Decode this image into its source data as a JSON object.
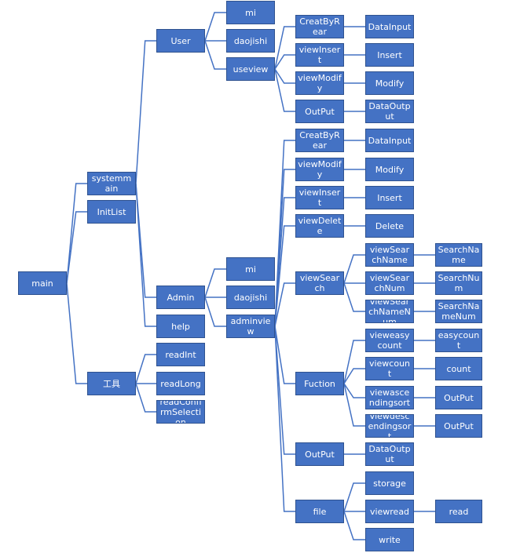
{
  "diagram": {
    "nodes": [
      {
        "id": "main",
        "label": "main"
      },
      {
        "id": "systemmain",
        "label": "systemmain"
      },
      {
        "id": "initlist",
        "label": "InitList"
      },
      {
        "id": "tools",
        "label": "工具"
      },
      {
        "id": "user",
        "label": "User"
      },
      {
        "id": "admin",
        "label": "Admin"
      },
      {
        "id": "help",
        "label": "help"
      },
      {
        "id": "readint",
        "label": "readInt"
      },
      {
        "id": "readlong",
        "label": "readLong"
      },
      {
        "id": "readconfirm",
        "label": "readConfirmSelection"
      },
      {
        "id": "user-mi",
        "label": "mi"
      },
      {
        "id": "user-daojishi",
        "label": "daojishi"
      },
      {
        "id": "useview",
        "label": "useview"
      },
      {
        "id": "admin-mi",
        "label": "mi"
      },
      {
        "id": "admin-daojishi",
        "label": "daojishi"
      },
      {
        "id": "adminview",
        "label": "adminview"
      },
      {
        "id": "u-creatbyrear",
        "label": "CreatByRear"
      },
      {
        "id": "u-viewinsert",
        "label": "viewInsert"
      },
      {
        "id": "u-viewmodify",
        "label": "viewModify"
      },
      {
        "id": "u-output",
        "label": "OutPut"
      },
      {
        "id": "u-datainput",
        "label": "DataInput"
      },
      {
        "id": "u-insert",
        "label": "Insert"
      },
      {
        "id": "u-modify",
        "label": "Modify"
      },
      {
        "id": "u-dataoutput",
        "label": "DataOutput"
      },
      {
        "id": "a-creatbyrear",
        "label": "CreatByRear"
      },
      {
        "id": "a-viewmodify",
        "label": "viewModify"
      },
      {
        "id": "a-viewinsert",
        "label": "viewInsert"
      },
      {
        "id": "a-viewdelete",
        "label": "viewDelete"
      },
      {
        "id": "a-viewsearch",
        "label": "viewSearch"
      },
      {
        "id": "a-fuction",
        "label": "Fuction"
      },
      {
        "id": "a-output",
        "label": "OutPut"
      },
      {
        "id": "a-file",
        "label": "file"
      },
      {
        "id": "a-datainput",
        "label": "DataInput"
      },
      {
        "id": "a-modify",
        "label": "Modify"
      },
      {
        "id": "a-insert",
        "label": "Insert"
      },
      {
        "id": "a-delete",
        "label": "Delete"
      },
      {
        "id": "vs-name",
        "label": "viewSearchName"
      },
      {
        "id": "vs-num",
        "label": "viewSearchNum"
      },
      {
        "id": "vs-namenum",
        "label": "viewSearchNameNum"
      },
      {
        "id": "searchname",
        "label": "SearchName"
      },
      {
        "id": "searchnum",
        "label": "SearchNum"
      },
      {
        "id": "searchnamenum",
        "label": "SearchNameNum"
      },
      {
        "id": "vieweasycount",
        "label": "vieweasycount"
      },
      {
        "id": "viewcount",
        "label": "viewcount"
      },
      {
        "id": "viewascendingsort",
        "label": "viewascendingsort"
      },
      {
        "id": "viewdescendingsort",
        "label": "viewdescendingsort"
      },
      {
        "id": "easycount",
        "label": "easycount"
      },
      {
        "id": "count",
        "label": "count"
      },
      {
        "id": "f-output1",
        "label": "OutPut"
      },
      {
        "id": "f-output2",
        "label": "OutPut"
      },
      {
        "id": "a-dataoutput",
        "label": "DataOutput"
      },
      {
        "id": "storage",
        "label": "storage"
      },
      {
        "id": "viewread",
        "label": "viewread"
      },
      {
        "id": "write",
        "label": "write"
      },
      {
        "id": "read",
        "label": "read"
      }
    ],
    "edges": [
      [
        "main",
        "systemmain"
      ],
      [
        "main",
        "initlist"
      ],
      [
        "main",
        "tools"
      ],
      [
        "systemmain",
        "user"
      ],
      [
        "systemmain",
        "admin"
      ],
      [
        "systemmain",
        "help"
      ],
      [
        "tools",
        "readint"
      ],
      [
        "tools",
        "readlong"
      ],
      [
        "tools",
        "readconfirm"
      ],
      [
        "user",
        "user-mi"
      ],
      [
        "user",
        "user-daojishi"
      ],
      [
        "user",
        "useview"
      ],
      [
        "admin",
        "admin-mi"
      ],
      [
        "admin",
        "admin-daojishi"
      ],
      [
        "admin",
        "adminview"
      ],
      [
        "useview",
        "u-creatbyrear"
      ],
      [
        "useview",
        "u-viewinsert"
      ],
      [
        "useview",
        "u-viewmodify"
      ],
      [
        "useview",
        "u-output"
      ],
      [
        "u-creatbyrear",
        "u-datainput"
      ],
      [
        "u-viewinsert",
        "u-insert"
      ],
      [
        "u-viewmodify",
        "u-modify"
      ],
      [
        "u-output",
        "u-dataoutput"
      ],
      [
        "adminview",
        "a-creatbyrear"
      ],
      [
        "adminview",
        "a-viewmodify"
      ],
      [
        "adminview",
        "a-viewinsert"
      ],
      [
        "adminview",
        "a-viewdelete"
      ],
      [
        "adminview",
        "a-viewsearch"
      ],
      [
        "adminview",
        "a-fuction"
      ],
      [
        "adminview",
        "a-output"
      ],
      [
        "adminview",
        "a-file"
      ],
      [
        "a-creatbyrear",
        "a-datainput"
      ],
      [
        "a-viewmodify",
        "a-modify"
      ],
      [
        "a-viewinsert",
        "a-insert"
      ],
      [
        "a-viewdelete",
        "a-delete"
      ],
      [
        "a-viewsearch",
        "vs-name"
      ],
      [
        "a-viewsearch",
        "vs-num"
      ],
      [
        "a-viewsearch",
        "vs-namenum"
      ],
      [
        "vs-name",
        "searchname"
      ],
      [
        "vs-num",
        "searchnum"
      ],
      [
        "vs-namenum",
        "searchnamenum"
      ],
      [
        "a-fuction",
        "vieweasycount"
      ],
      [
        "a-fuction",
        "viewcount"
      ],
      [
        "a-fuction",
        "viewascendingsort"
      ],
      [
        "a-fuction",
        "viewdescendingsort"
      ],
      [
        "vieweasycount",
        "easycount"
      ],
      [
        "viewcount",
        "count"
      ],
      [
        "viewascendingsort",
        "f-output1"
      ],
      [
        "viewdescendingsort",
        "f-output2"
      ],
      [
        "a-output",
        "a-dataoutput"
      ],
      [
        "a-file",
        "storage"
      ],
      [
        "a-file",
        "viewread"
      ],
      [
        "a-file",
        "write"
      ],
      [
        "viewread",
        "read"
      ]
    ],
    "colors": {
      "node_fill": "#4472C4",
      "node_border": "#2F528F",
      "node_text": "#FFFFFF",
      "edge": "#4472C4"
    }
  }
}
